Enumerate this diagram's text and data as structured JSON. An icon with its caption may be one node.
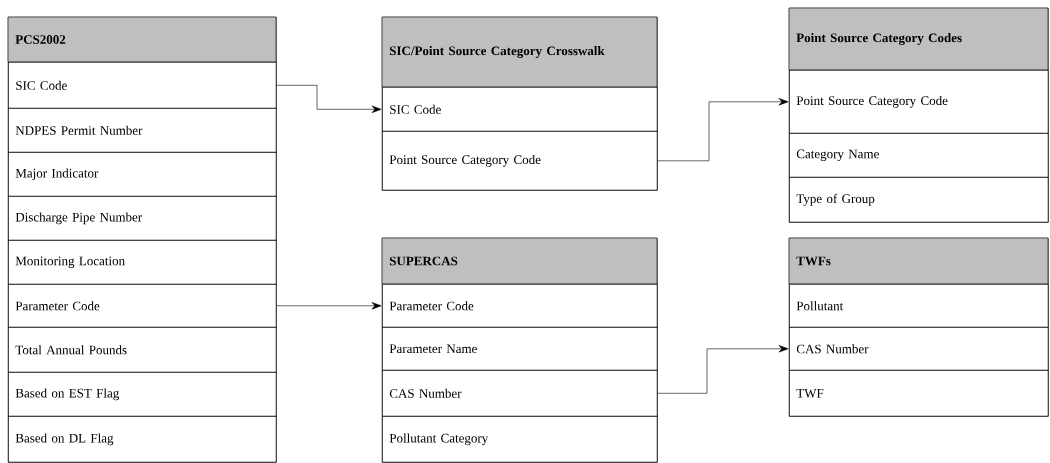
{
  "diagram": {
    "nodes": [
      {
        "text": [
          "PCS2002"
        ]
      },
      {
        "text": [
          "SIC Code"
        ],
        "in": 0
      },
      {
        "text": [
          "NDPES Permit Number"
        ],
        "in": 0
      },
      {
        "text": [
          "Major Indicator"
        ],
        "in": 0
      },
      {
        "text": [
          "Discharge Pipe Number"
        ],
        "in": 0
      },
      {
        "text": [
          "Monitoring Location"
        ],
        "in": 0
      },
      {
        "text": [
          "Parameter Code"
        ],
        "in": 0
      },
      {
        "text": [
          "Total Annual Pounds"
        ],
        "in": 0
      },
      {
        "text": [
          "Based on EST Flag"
        ],
        "in": 0
      },
      {
        "text": [
          "Based on DL Flag"
        ],
        "in": 0
      },
      {
        "text": [
          "SIC/Point Source Category Crosswalk"
        ]
      },
      {
        "text": [
          "SIC Code"
        ],
        "in": 10
      },
      {
        "text": [
          "Point Source Category Code"
        ],
        "in": 10
      },
      {
        "text": [
          "Point Source Category Codes"
        ]
      },
      {
        "text": [
          "Point Source Category Code"
        ],
        "in": 13
      },
      {
        "text": [
          "Category Name"
        ],
        "in": 13
      },
      {
        "text": [
          "Type of Group"
        ],
        "in": 13
      },
      {
        "text": [
          "SUPERCAS"
        ]
      },
      {
        "text": [
          "Parameter Code"
        ],
        "in": 17
      },
      {
        "text": [
          "Parameter Name"
        ],
        "in": 17
      },
      {
        "text": [
          "CAS Number"
        ],
        "in": 17
      },
      {
        "text": [
          "Pollutant Category"
        ],
        "in": 17
      },
      {
        "text": [
          "TWFs"
        ]
      },
      {
        "text": [
          "Pollutant"
        ],
        "in": 22
      },
      {
        "text": [
          "CAS Number"
        ],
        "in": 22
      },
      {
        "text": [
          "TWF"
        ],
        "in": 22
      }
    ],
    "edges": [
      {
        "from": 1,
        "to": 11,
        "arrow": "to"
      },
      {
        "from": 12,
        "to": 14,
        "arrow": "to"
      },
      {
        "from": 6,
        "to": 18,
        "arrow": "to"
      },
      {
        "from": 20,
        "to": 24,
        "arrow": "to"
      }
    ]
  }
}
